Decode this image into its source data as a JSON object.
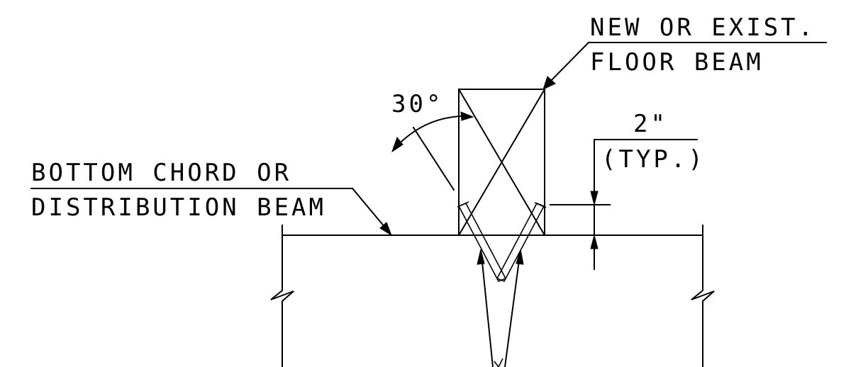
{
  "labels": {
    "floor_beam_line1": "NEW OR EXIST.",
    "floor_beam_line2": "FLOOR BEAM",
    "chord_line1": "BOTTOM CHORD OR",
    "chord_line2": "DISTRIBUTION BEAM",
    "angle": "30°",
    "dimension_value": "2\"",
    "dimension_note": "(TYP.)"
  },
  "colors": {
    "ink": "#000000",
    "paper": "#ffffff"
  }
}
